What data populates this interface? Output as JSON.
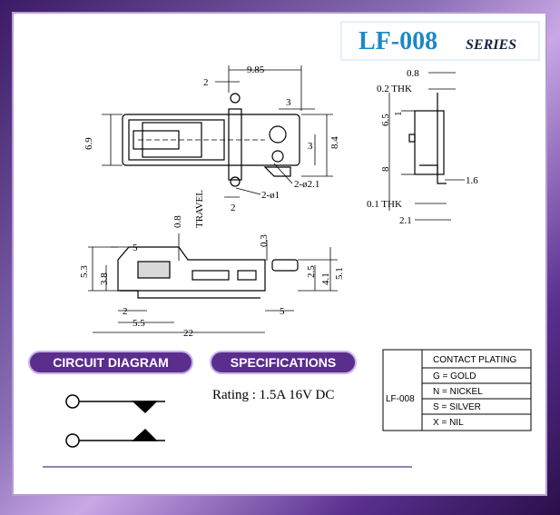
{
  "title": {
    "model": "LF-008",
    "series": "SERIES",
    "model_color": "#1e88c8"
  },
  "top_view": {
    "dims": [
      "2",
      "9.85",
      "3",
      "6.9",
      "3",
      "8.4",
      "2",
      "2-ø1",
      "2-ø2.1"
    ]
  },
  "side_view": {
    "dims": [
      "0.8",
      "0.2 THK",
      "6.5",
      "1",
      "8",
      "1.6",
      "0.1 THK",
      "2.1"
    ]
  },
  "front_view": {
    "travel_label": "0.8\nTRAVEL",
    "dims": [
      "5",
      "0.3",
      "5.3",
      "3.8",
      "2.5",
      "4.1",
      "5.1",
      "2",
      "5.5",
      "5",
      "22"
    ]
  },
  "circuit": {
    "label": "CIRCUIT DIAGRAM"
  },
  "specs": {
    "label": "SPECIFICATIONS",
    "rating": "Rating : 1.5A 16V DC"
  },
  "plating_table": {
    "model": "LF-008",
    "header": "CONTACT PLATING",
    "rows": [
      "G = GOLD",
      "N = NICKEL",
      "S = SILVER",
      "X = NIL"
    ]
  },
  "colors": {
    "button_bg": "#5b2e8e",
    "frame": "#8a6fb5",
    "rule": "#6b5aa0"
  }
}
